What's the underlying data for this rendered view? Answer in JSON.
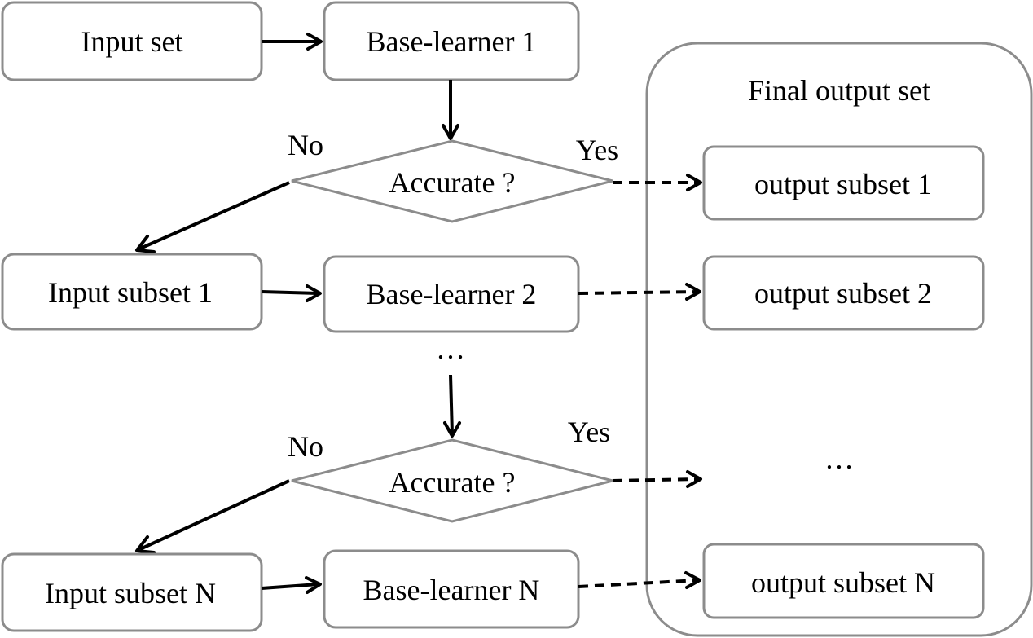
{
  "nodes": {
    "input_set": "Input set",
    "base_learner_1": "Base-learner 1",
    "decision_1": "Accurate ?",
    "input_subset_1": "Input subset 1",
    "base_learner_2": "Base-learner 2",
    "ellipsis_middle": "…",
    "decision_2": "Accurate ?",
    "input_subset_n": "Input subset N",
    "base_learner_n": "Base-learner N"
  },
  "edges": {
    "no_1": "No",
    "yes_1": "Yes",
    "no_2": "No",
    "yes_2": "Yes"
  },
  "final_output": {
    "title": "Final output set",
    "subset_1": "output subset 1",
    "subset_2": "output subset 2",
    "ellipsis": "…",
    "subset_n": "output subset N"
  }
}
